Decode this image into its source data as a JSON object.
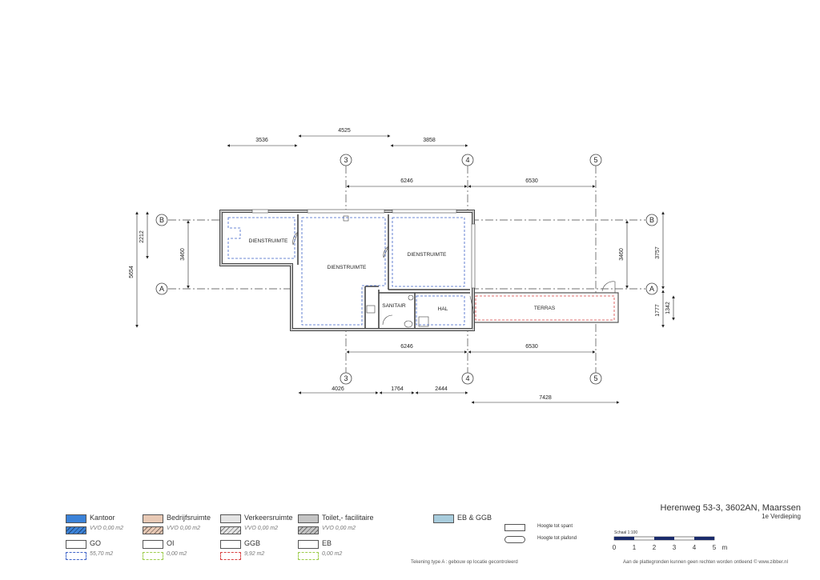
{
  "plan": {
    "axes": {
      "columns": [
        "3",
        "4",
        "5"
      ],
      "rows": [
        "B",
        "A"
      ]
    },
    "dimensions": {
      "top_row1": [
        "3536",
        "4525",
        "3858"
      ],
      "top_row2": [
        "6246",
        "6530"
      ],
      "bottom_row1": [
        "6246",
        "6530"
      ],
      "bottom_row2": [
        "4026",
        "1764",
        "2444"
      ],
      "bottom_row3": "7428",
      "left_outer": "5654",
      "left_mid": "2212",
      "left_inner": "3460",
      "right_inner": "3460",
      "right_outer": "3757",
      "right_small1": "1777",
      "right_small2": "1342"
    },
    "rooms": [
      "DIENSTRUIMTE",
      "DIENSTRUIMTE",
      "DIENSTRUIMTE",
      "SANITAIR",
      "HAL",
      "TERRAS"
    ]
  },
  "legend": [
    {
      "name": "Kantoor",
      "value": "VVO 0,00 m2",
      "color": "#3b82d8"
    },
    {
      "name": "Bedrijfsruimte",
      "value": "VVO 0,00 m2",
      "color": "#e8c9b5"
    },
    {
      "name": "Verkeersruimte",
      "value": "VVO 0,00 m2",
      "color": "#e4e4e4"
    },
    {
      "name": "Toilet,- facilitaire",
      "value": "VVO 0,00 m2",
      "color": "#c4c4c4"
    },
    {
      "name": "GO",
      "value": "55,70 m2",
      "color": "#ffffff",
      "outline": "#3f64c8"
    },
    {
      "name": "OI",
      "value": "0,00 m2",
      "color": "#ffffff",
      "outline": "#9ccc4a"
    },
    {
      "name": "GGB",
      "value": "9,92 m2",
      "color": "#ffffff",
      "outline": "#d94040"
    },
    {
      "name": "EB",
      "value": "0,00 m2",
      "color": "#ffffff",
      "outline": "#9ccc4a"
    },
    {
      "name": "EB & GGB",
      "value": "",
      "color": "#a8ccdc"
    }
  ],
  "heights": {
    "spant": "Hoogte tot spant",
    "plafond": "Hoogte tot plafond"
  },
  "title": {
    "address": "Herenweg 53-3, 3602AN, Maarssen",
    "floor": "1e Verdieping"
  },
  "scale": {
    "label": "Schaal 1:100",
    "ticks": [
      "0",
      "1",
      "2",
      "3",
      "4",
      "5"
    ],
    "unit": "m"
  },
  "footer": {
    "note": "Tekening type A : gebouw op locatie gecontroleerd",
    "disclaimer": "Aan de plattegronden kunnen geen rechten worden ontleend © www.zibber.nl"
  }
}
